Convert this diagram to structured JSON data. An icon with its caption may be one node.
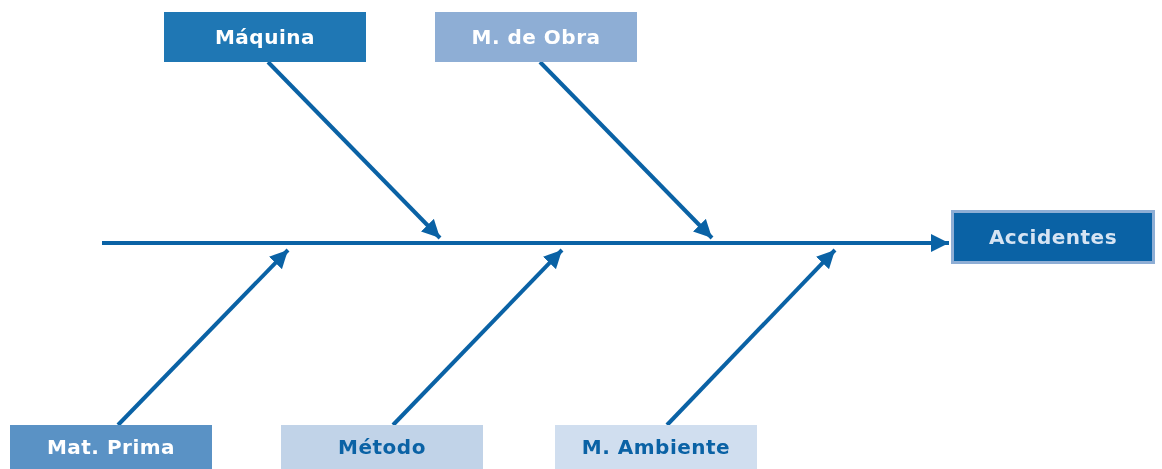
{
  "diagram": {
    "nodes": [
      {
        "text": [
          "Máquina"
        ]
      },
      {
        "text": [
          "M. de Obra"
        ]
      },
      {
        "text": [
          "Accidentes"
        ]
      },
      {
        "text": [
          "Mat. Prima"
        ]
      },
      {
        "text": [
          "Método"
        ]
      },
      {
        "text": [
          "M. Ambiente"
        ]
      }
    ],
    "edges": [
      {
        "from": null,
        "to": 2,
        "arrow": "to"
      },
      {
        "from": 0,
        "to": null,
        "arrow": "to"
      },
      {
        "from": 1,
        "to": null,
        "arrow": "to"
      },
      {
        "from": 3,
        "to": null,
        "arrow": "to"
      },
      {
        "from": 4,
        "to": null,
        "arrow": "to"
      },
      {
        "from": 5,
        "to": null,
        "arrow": "to"
      }
    ]
  }
}
